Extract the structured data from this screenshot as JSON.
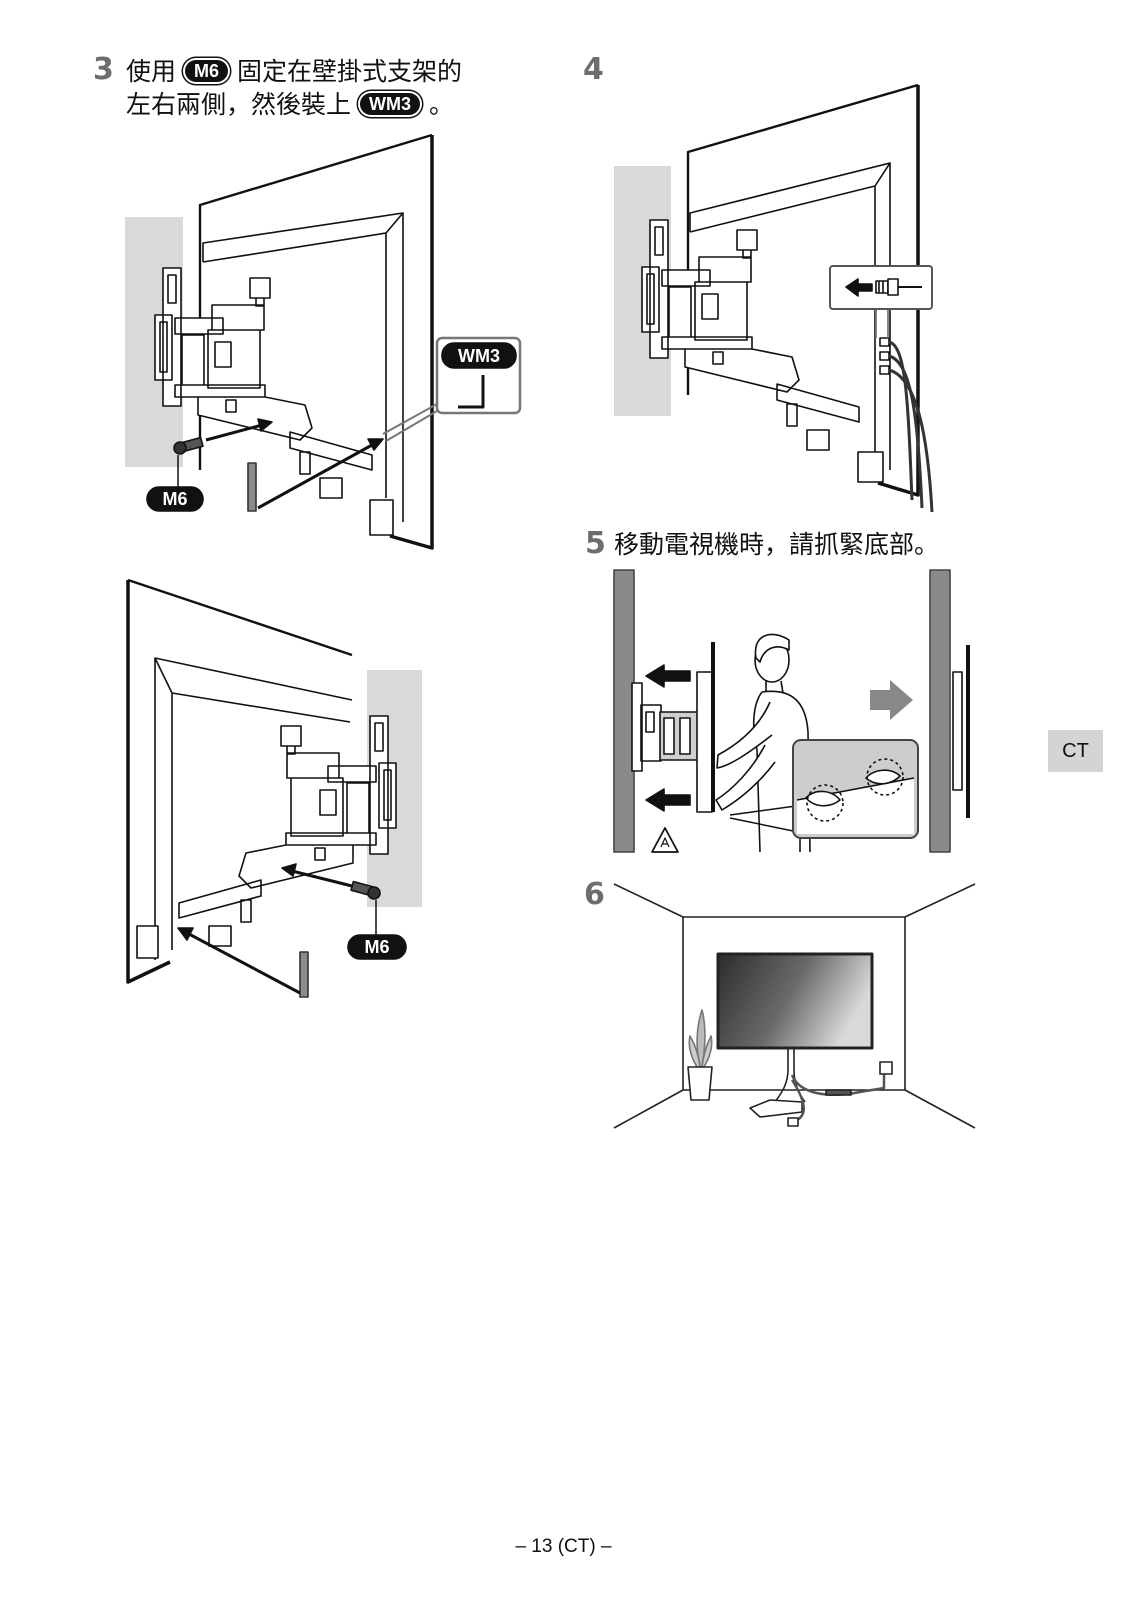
{
  "step3": {
    "number": "3",
    "line1_before": "使用",
    "badge_screw": "M6",
    "line1_after": "固定在壁掛式支架的",
    "line2_before": "左右兩側，然後裝上",
    "badge_tool": "WM3",
    "line2_after": "。"
  },
  "step4": {
    "number": "4"
  },
  "step5": {
    "number": "5",
    "text": "移動電視機時，請抓緊底部。"
  },
  "step6": {
    "number": "6"
  },
  "figure3_top": {
    "screw_label": "M6",
    "tool_label": "WM3"
  },
  "figure3_bottom": {
    "screw_label": "M6"
  },
  "side_tab": {
    "label": "CT"
  },
  "footer": {
    "page_number": "– 13 (CT) –"
  },
  "colors": {
    "wall_panel": "#d9d9d9",
    "wall_dark": "#8a8a8a",
    "step_number": "#6d6d6d",
    "tab_bg": "#d4d4d4"
  },
  "icons": {
    "direction": "arrow-left-icon",
    "warning": "pinch-warning-icon",
    "cable": "cable-plug-icon"
  }
}
